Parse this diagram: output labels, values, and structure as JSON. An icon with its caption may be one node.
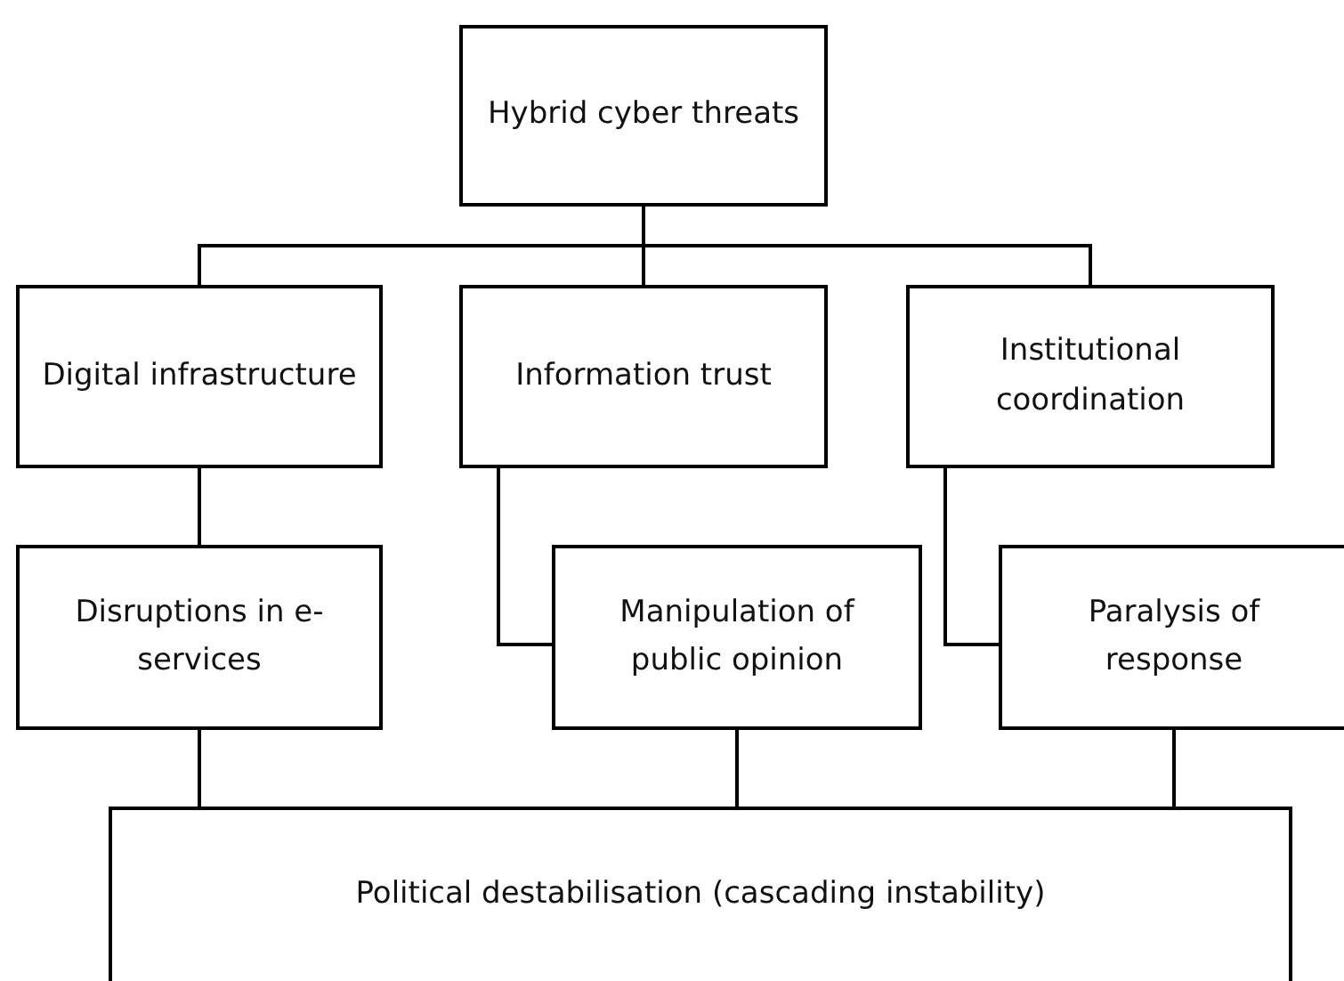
{
  "diagram": {
    "nodes": [
      {
        "text": [
          "Hybrid cyber threats"
        ]
      },
      {
        "text": [
          "Digital infrastructure"
        ]
      },
      {
        "text": [
          "Information trust"
        ]
      },
      {
        "text": [
          "Institutional coordination"
        ]
      },
      {
        "text": [
          "Disruptions in e-services"
        ]
      },
      {
        "text": [
          "Manipulation of public opinion"
        ]
      },
      {
        "text": [
          "Paralysis of response"
        ]
      },
      {
        "text": [
          "Political destabilisation (cascading instability)"
        ]
      }
    ],
    "edges": [
      {
        "from": 0,
        "to": 1,
        "arrow": "none"
      },
      {
        "from": 0,
        "to": 2,
        "arrow": "none"
      },
      {
        "from": 0,
        "to": 3,
        "arrow": "none"
      },
      {
        "from": 1,
        "to": 4,
        "arrow": "none"
      },
      {
        "from": 2,
        "to": 5,
        "arrow": "none"
      },
      {
        "from": 3,
        "to": 6,
        "arrow": "none"
      },
      {
        "from": 4,
        "to": 7,
        "arrow": "none"
      },
      {
        "from": 5,
        "to": 7,
        "arrow": "none"
      },
      {
        "from": 6,
        "to": 7,
        "arrow": "none"
      }
    ]
  }
}
